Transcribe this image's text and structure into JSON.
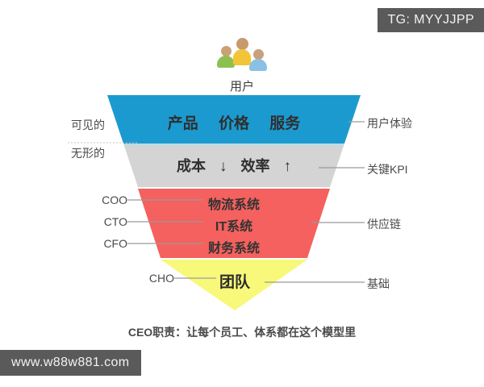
{
  "watermarks": {
    "tag": "TG: MYYJJPP",
    "url": "www.w88w881.com"
  },
  "top": {
    "icon": "users-icon",
    "label": "用户"
  },
  "funnel": {
    "bands": [
      {
        "id": "experience",
        "color": "#1b9ad0",
        "items": [
          "产品",
          "价格",
          "服务"
        ],
        "right_label": "用户体验"
      },
      {
        "id": "kpi",
        "color": "#d4d4d4",
        "items": [
          "成本",
          "↓",
          "效率",
          "↑"
        ],
        "right_label": "关键KPI"
      },
      {
        "id": "supply-chain",
        "color": "#f4615e",
        "rows": [
          {
            "left_label": "COO",
            "text": "物流系统"
          },
          {
            "left_label": "CTO",
            "text": "IT系统"
          },
          {
            "left_label": "CFO",
            "text": "财务系统"
          }
        ],
        "right_label": "供应链"
      },
      {
        "id": "foundation",
        "color": "#f8f87a",
        "rows": [
          {
            "left_label": "CHO",
            "text": "团队"
          }
        ],
        "right_label": "基础"
      }
    ]
  },
  "left_axis": {
    "visible": "可见的",
    "invisible": "无形的"
  },
  "caption": "CEO职责：让每个员工、体系都在这个模型里"
}
